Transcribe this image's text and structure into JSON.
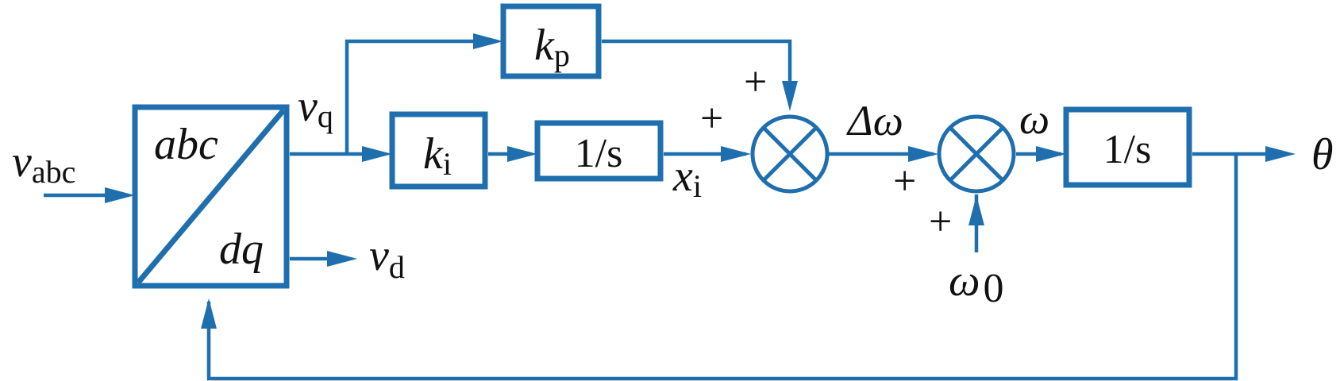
{
  "colors": {
    "line": "#1f6fae",
    "text": "#111111",
    "background": "#ffffff"
  },
  "labels": {
    "v_abc": {
      "main": "v",
      "sub": "abc"
    },
    "v_q": {
      "main": "v",
      "sub": "q"
    },
    "v_d": {
      "main": "v",
      "sub": "d"
    },
    "x_i": {
      "main": "x",
      "sub": "i"
    },
    "delta_omega": "Δω",
    "omega": "ω",
    "omega_0": {
      "main": "ω",
      "sub": "0"
    },
    "theta": "θ",
    "plus": "+"
  },
  "blocks": {
    "transform": {
      "top": "abc",
      "bottom": "dq"
    },
    "kp": {
      "main": "k",
      "sub": "p"
    },
    "ki": {
      "main": "k",
      "sub": "i"
    },
    "integrator_1": "1/s",
    "integrator_2": "1/s"
  }
}
